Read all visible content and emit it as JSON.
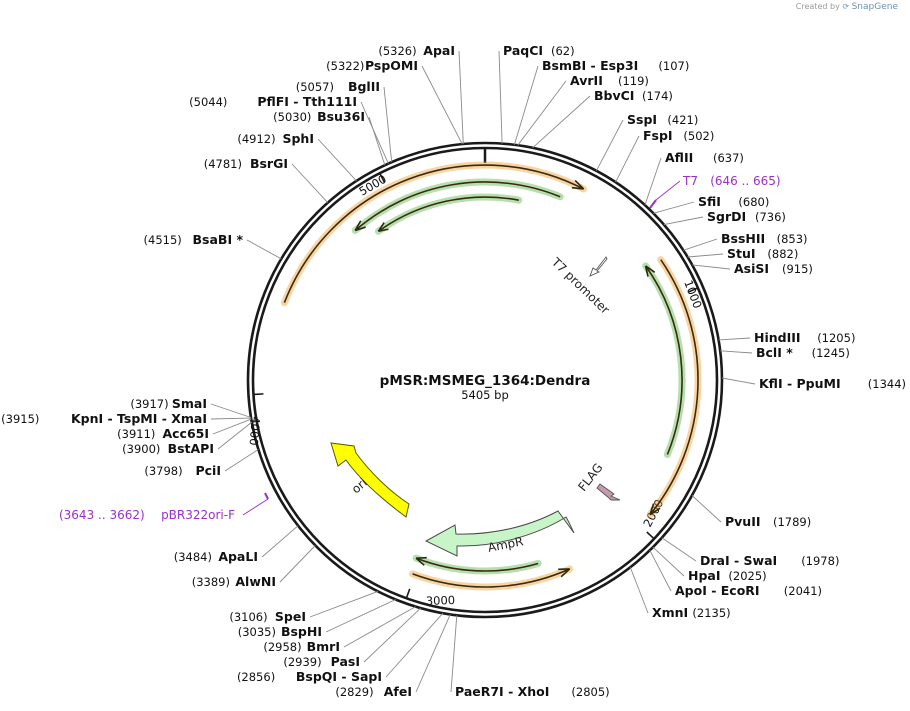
{
  "credit": {
    "prefix": "Created by",
    "brand": "SnapGene"
  },
  "plasmid": {
    "name": "pMSR:MSMEG_1364:Dendra",
    "size": "5405 bp",
    "length": 5405
  },
  "colors": {
    "ring": "#1a1a1a",
    "primer": "#9b30c8",
    "ori": "#ffff00",
    "ampr": "#c8f5c8",
    "orange_arc": "#f0a030",
    "green_arc": "#5ab84a",
    "flag": "#c89ab0",
    "promoter": "#ffffff"
  },
  "ticks": [
    {
      "bp": 1000,
      "label": "1000"
    },
    {
      "bp": 2000,
      "label": "2000"
    },
    {
      "bp": 3000,
      "label": "3000"
    },
    {
      "bp": 4000,
      "label": "4000"
    },
    {
      "bp": 5000,
      "label": "5000"
    }
  ],
  "features": {
    "t7_promoter": {
      "label": "T7 promoter"
    },
    "flag": {
      "label": "FLAG"
    },
    "ampr": {
      "label": "AmpR"
    },
    "ori": {
      "label": "ori"
    }
  },
  "sites": [
    {
      "name": "ApaI",
      "pos": "(5326)"
    },
    {
      "name": "PspOMI",
      "pos": "(5322)"
    },
    {
      "name": "BglII",
      "pos": "(5057)"
    },
    {
      "name": "PflFI  - Tth111I",
      "pos": "(5044)"
    },
    {
      "name": "Bsu36I",
      "pos": "(5030)"
    },
    {
      "name": "SphI",
      "pos": "(4912)"
    },
    {
      "name": "BsrGI",
      "pos": "(4781)"
    },
    {
      "name": "BsaBI *",
      "pos": "(4515)"
    },
    {
      "name": "PaqCI",
      "pos": "(62)"
    },
    {
      "name": "BsmBI  - Esp3I",
      "pos": "(107)"
    },
    {
      "name": "AvrII",
      "pos": "(119)"
    },
    {
      "name": "BbvCI",
      "pos": "(174)"
    },
    {
      "name": "SspI",
      "pos": "(421)"
    },
    {
      "name": "FspI",
      "pos": "(502)"
    },
    {
      "name": "AflII",
      "pos": "(637)"
    },
    {
      "name": "SfiI",
      "pos": "(680)"
    },
    {
      "name": "SgrDI",
      "pos": "(736)"
    },
    {
      "name": "BssHII",
      "pos": "(853)"
    },
    {
      "name": "StuI",
      "pos": "(882)"
    },
    {
      "name": "AsiSI",
      "pos": "(915)"
    },
    {
      "name": "HindIII",
      "pos": "(1205)"
    },
    {
      "name": "BclI *",
      "pos": "(1245)"
    },
    {
      "name": "KflI  - PpuMI",
      "pos": "(1344)"
    },
    {
      "name": "PvuII",
      "pos": "(1789)"
    },
    {
      "name": "DraI  - SwaI",
      "pos": "(1978)"
    },
    {
      "name": "HpaI",
      "pos": "(2025)"
    },
    {
      "name": "ApoI  - EcoRI",
      "pos": "(2041)"
    },
    {
      "name": "XmnI",
      "pos": "(2135)"
    },
    {
      "name": "SmaI",
      "pos": "(3917)"
    },
    {
      "name": "KpnI  - TspMI  - XmaI",
      "pos": "(3915)"
    },
    {
      "name": "Acc65I",
      "pos": "(3911)"
    },
    {
      "name": "BstAPI",
      "pos": "(3900)"
    },
    {
      "name": "PciI",
      "pos": "(3798)"
    },
    {
      "name": "ApaLI",
      "pos": "(3484)"
    },
    {
      "name": "AlwNI",
      "pos": "(3389)"
    },
    {
      "name": "SpeI",
      "pos": "(3106)"
    },
    {
      "name": "BspHI",
      "pos": "(3035)"
    },
    {
      "name": "BmrI",
      "pos": "(2958)"
    },
    {
      "name": "PasI",
      "pos": "(2939)"
    },
    {
      "name": "BspQI  - SapI",
      "pos": "(2856)"
    },
    {
      "name": "AfeI",
      "pos": "(2829)"
    },
    {
      "name": "PaeR7I  - XhoI",
      "pos": "(2805)"
    }
  ],
  "primers": [
    {
      "name": "T7",
      "pos": "(646 .. 665)"
    },
    {
      "name": "pBR322ori-F",
      "pos": "(3643 .. 3662)"
    }
  ]
}
